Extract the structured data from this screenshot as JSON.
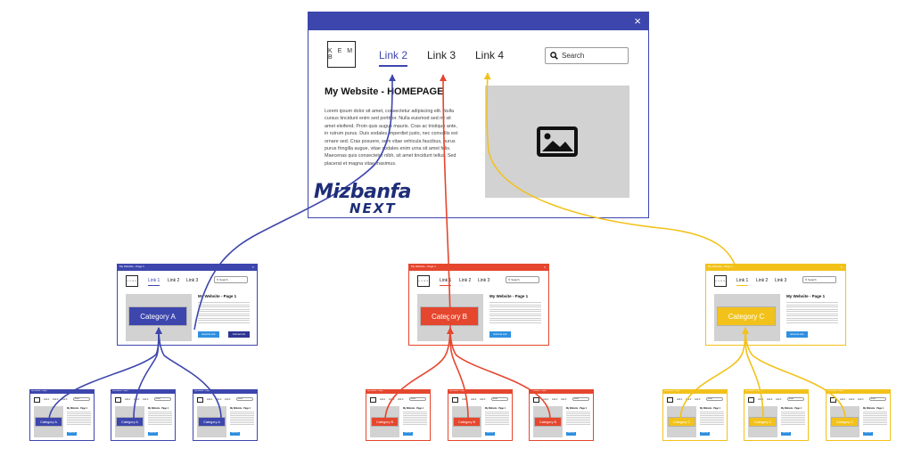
{
  "colors": {
    "blue": "#3d46ad",
    "red": "#e5462e",
    "yellow": "#f2c21b",
    "btn_blue": "#2f8fe0",
    "navy": "#2e3592"
  },
  "home": {
    "logo_text": "K E M B",
    "links": [
      "Link 2",
      "Link 3",
      "Link 4"
    ],
    "search_placeholder": "Search",
    "title": "My Website - HOMEPAGE",
    "body": "Lorem ipsum dolor sit amet, consectetur adipiscing elit. Nulla cursus tincidunt enim sed porttitor. Nulla euismod sed mi sit amet eleifend. Proin quis augue mauris. Cras ac tristique ante, in rutrum purus. Duis sodales imperdiet justo, nec convallis est ornare sed. Cras posuere, sem vitae vehicula faucibus, purus purus fringilla augue, vitae sodales enim urna sit amet felis. Maecenas quis consectetur nibh, sit amet tincidunt tellus. Sed placerat et magna vitae maximus.",
    "close_icon": "×",
    "image_icon": "image-icon"
  },
  "pages": [
    {
      "window_title": "My Website - Page 1",
      "links": [
        "Link 1",
        "Link 2",
        "Link 3"
      ],
      "search": "Search",
      "title": "My Website - Page 1",
      "category": "Category A",
      "btn1": "External Link",
      "btn2": "Internal Link"
    },
    {
      "window_title": "My Website - Page 1",
      "links": [
        "Link 1",
        "Link 2",
        "Link 3"
      ],
      "search": "Search",
      "title": "My Website - Page 1",
      "category": "Category B",
      "btn1": "External Link"
    },
    {
      "window_title": "My Website - Page 1",
      "links": [
        "Link 1",
        "Link 2",
        "Link 3"
      ],
      "search": "Search",
      "title": "My Website - Page 1",
      "category": "Category C",
      "btn1": "External Link"
    }
  ],
  "subpage": {
    "window_title": "My Website - Page 1",
    "title": "My Website - Page 1",
    "links": [
      "Link 1",
      "Link 2",
      "Link 3"
    ],
    "search": "Search",
    "btn": "External Link"
  },
  "sub_categories": [
    "Category A",
    "Category A",
    "Category A",
    "Category B",
    "Category B",
    "Category B",
    "Category C",
    "Category C",
    "Category C"
  ],
  "watermark": {
    "line1": "Mizbanfa",
    "line2": "NEXT"
  }
}
